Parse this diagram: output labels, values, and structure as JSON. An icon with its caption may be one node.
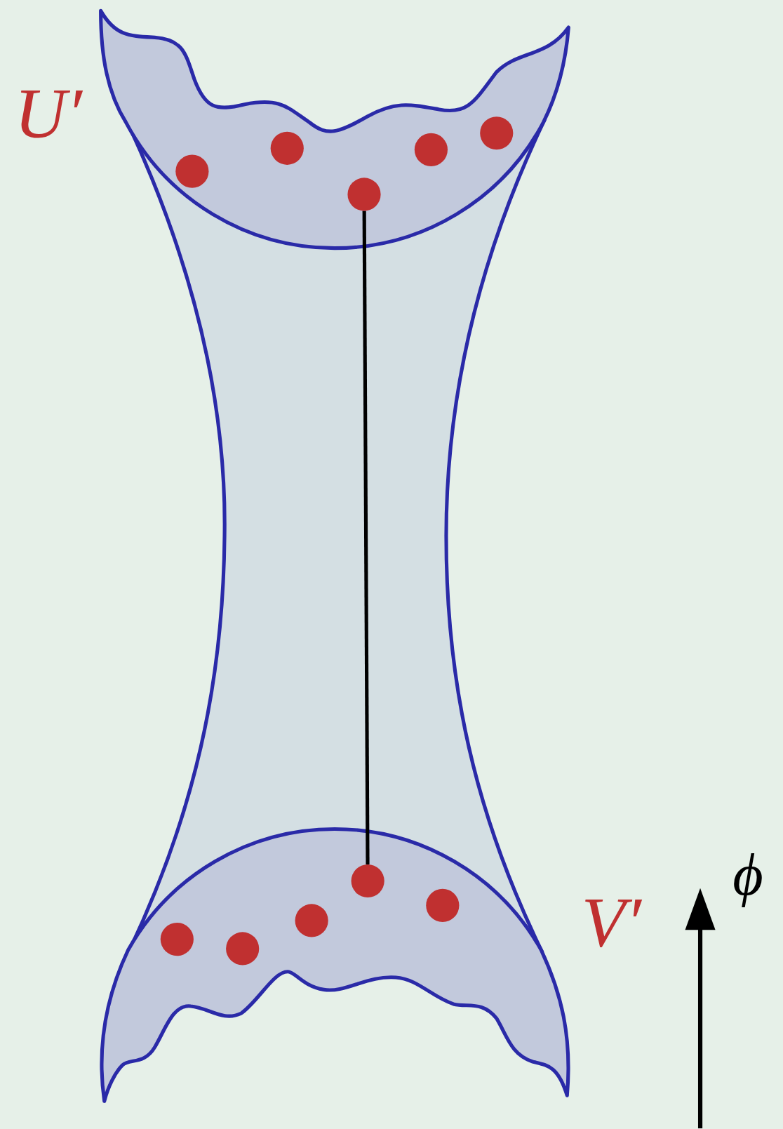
{
  "diagram": {
    "nodes": [
      {
        "text": [
          "U′"
        ]
      },
      {
        "text": [],
        "shape": "circle",
        "in": 0
      },
      {
        "text": [],
        "shape": "circle",
        "in": 0
      },
      {
        "text": [],
        "shape": "circle",
        "in": 0
      },
      {
        "text": [],
        "shape": "circle",
        "in": 0
      },
      {
        "text": [],
        "shape": "circle",
        "in": 0
      },
      {
        "text": [
          "V′"
        ]
      },
      {
        "text": [],
        "shape": "circle",
        "in": 6
      },
      {
        "text": [],
        "shape": "circle",
        "in": 6
      },
      {
        "text": [],
        "shape": "circle",
        "in": 6
      },
      {
        "text": [],
        "shape": "circle",
        "in": 6
      },
      {
        "text": [],
        "shape": "circle",
        "in": 6
      }
    ],
    "edges": [
      {
        "from": 3,
        "to": 10,
        "arrow": "none"
      }
    ],
    "labels": [
      "ϕ"
    ]
  }
}
